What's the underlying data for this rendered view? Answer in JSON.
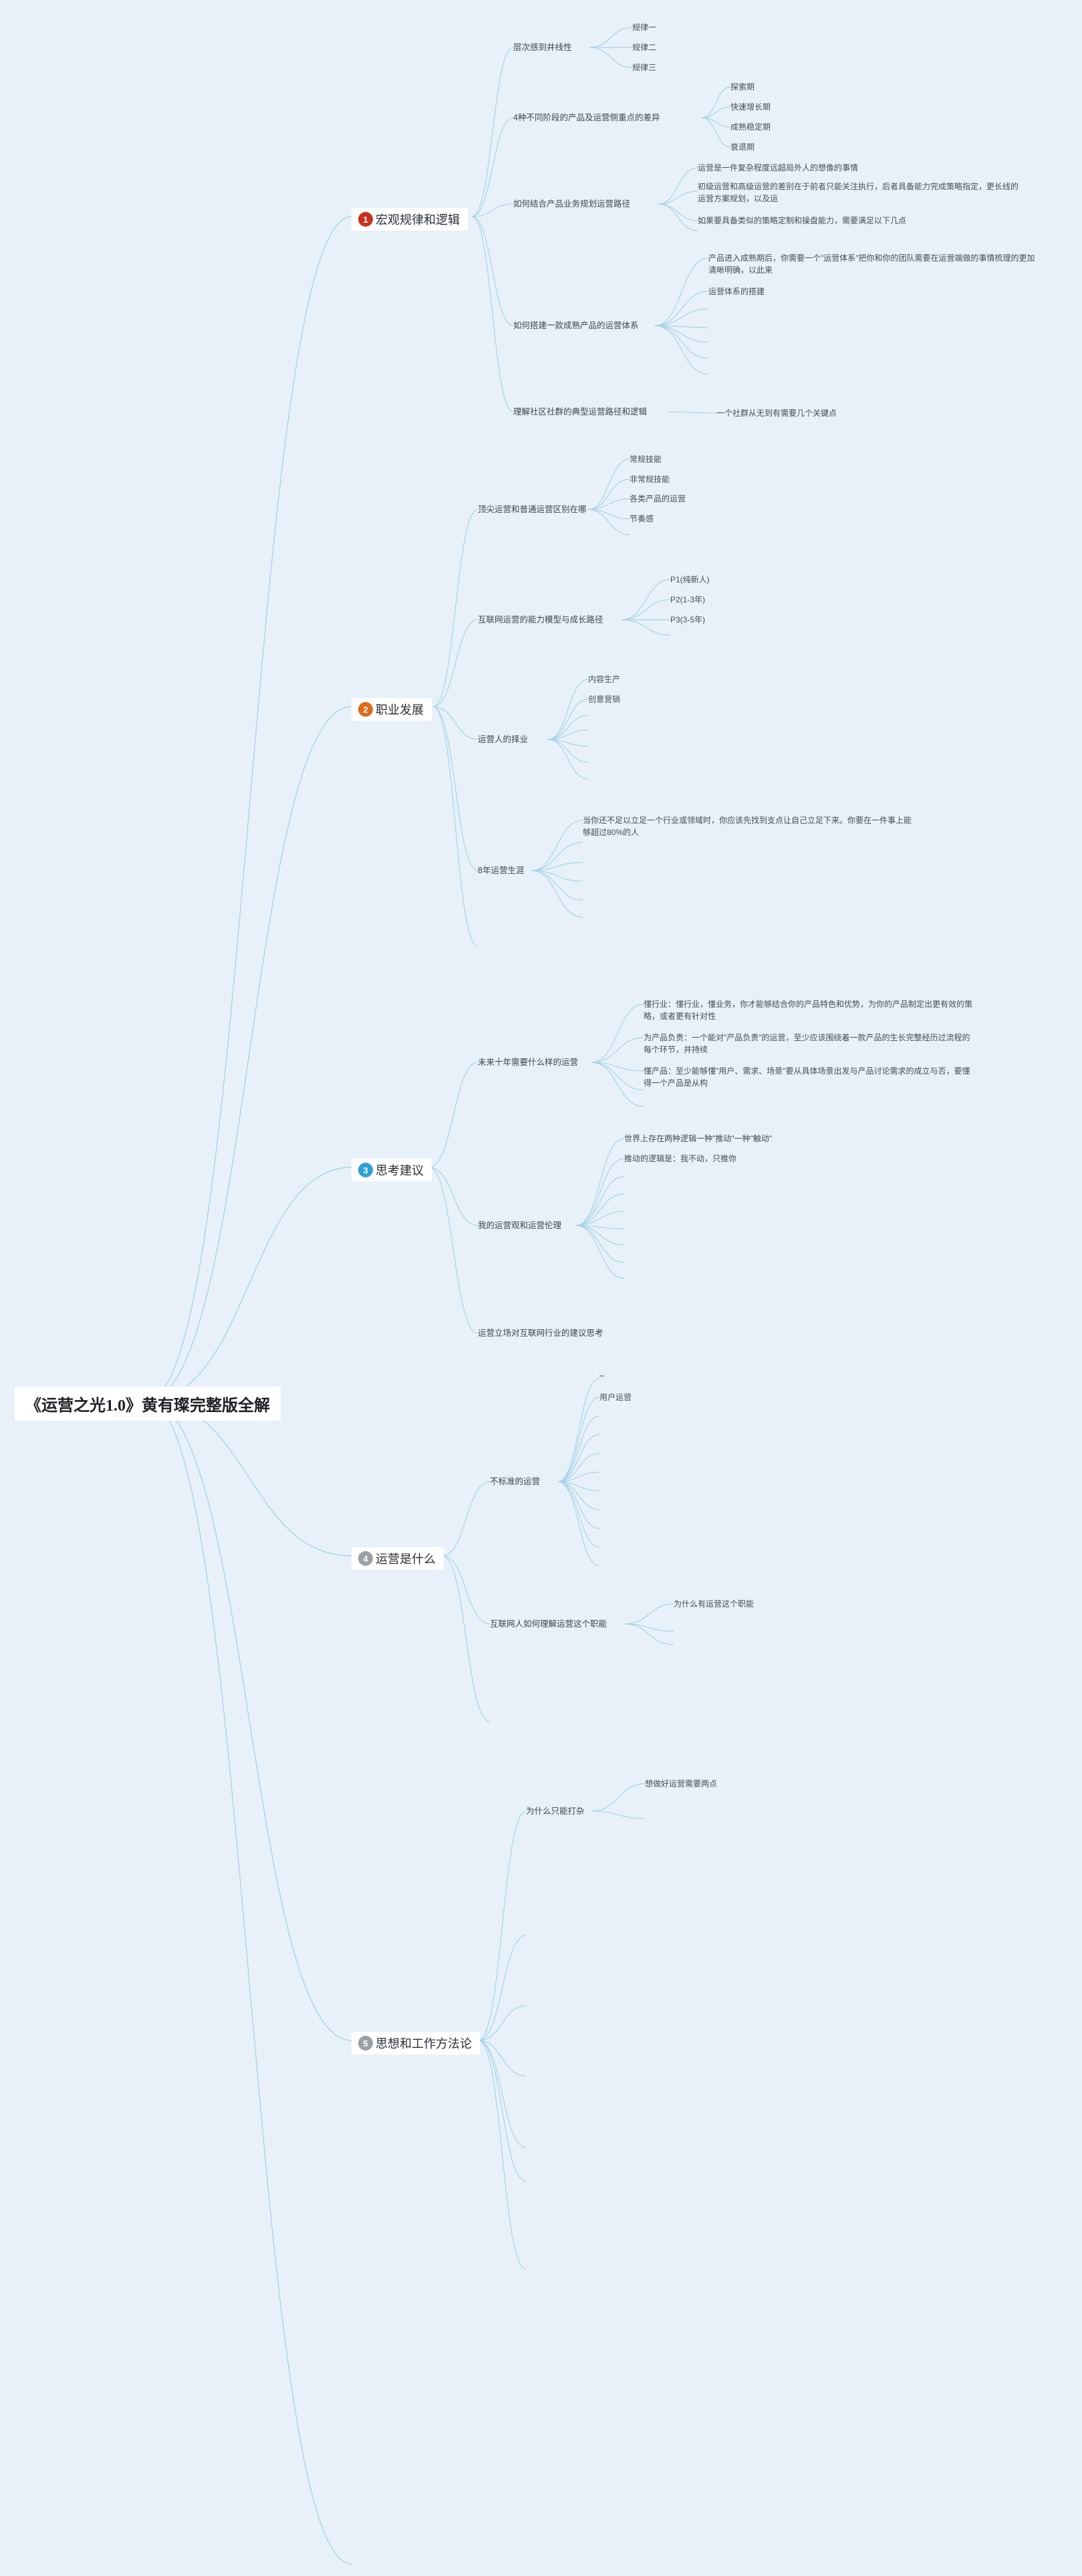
{
  "root": "《运营之光1.0》黄有璨完整版全解",
  "colors": {
    "background": "#e8f1f9",
    "branch_line": "#a8d3e8",
    "badge_1": "#c9321f",
    "badge_2": "#e06a1b",
    "badge_3": "#2e9fd6",
    "badge_4": "#9aa0a6",
    "badge_5": "#9aa0a6"
  },
  "branches": [
    {
      "badge": "1",
      "label": "宏观规律和逻辑",
      "children": [
        {
          "label": "层次感到井线性",
          "children": [
            "规律一",
            "规律二",
            "规律三"
          ]
        },
        {
          "label": "4种不同阶段的产品及运营侧重点的差异",
          "children": [
            "探索期",
            "快速增长期",
            "成熟稳定期",
            "衰退期"
          ]
        },
        {
          "label": "如何结合产品业务规划运营路径",
          "children": [
            "运营是一件复杂程度远超局外人的想像的事情",
            "初级运营和高级运营的差别在于前者只能关注执行，后者具备能力完成策略指定，更长线的运营方案规划，以及运",
            "如果要具备类似的策略定制和操盘能力，需要满足以下几点"
          ]
        },
        {
          "label": "如何搭建一款成熟产品的运营体系",
          "children": [
            "产品进入成熟期后，你需要一个\"运营体系\"把你和你的团队需要在运营端做的事情梳理的更加清晰明确，以此来",
            "运营体系的搭建"
          ]
        },
        {
          "label": "理解社区社群的典型运营路径和逻辑",
          "children": [
            "一个社群从无到有需要几个关键点"
          ]
        }
      ]
    },
    {
      "badge": "2",
      "label": "职业发展",
      "children": [
        {
          "label": "顶尖运营和普通运营区别在哪",
          "children": [
            "常规技能",
            "非常规技能",
            "各类产品的运营",
            "节奏感"
          ]
        },
        {
          "label": "互联网运营的能力模型与成长路径",
          "children": [
            "P1(纯新人)",
            "P2(1-3年)",
            "P3(3-5年)"
          ]
        },
        {
          "label": "运营人的择业",
          "children": [
            "内容生产",
            "创意营销"
          ]
        },
        {
          "label": "8年运营生涯",
          "children": [
            "当你还不足以立足一个行业或领域时，你应该先找到支点让自己立足下来。你要在一件事上能够超过80%的人"
          ]
        }
      ]
    },
    {
      "badge": "3",
      "label": "思考建议",
      "children": [
        {
          "label": "未来十年需要什么样的运营",
          "children": [
            "懂行业：懂行业，懂业务，你才能够结合你的产品特色和优势，为你的产品制定出更有效的策略，或者更有针对性",
            "为产品负责：一个能对\"产品负责\"的运营，至少应该围绕着一款产品的生长完整经历过流程的每个环节，并持续",
            "懂产品：至少能够懂\"用户、需求、场景\"要从具体场景出发与产品讨论需求的成立与否，要懂得一个产品是从构"
          ]
        },
        {
          "label": "我的运营观和运营伦理",
          "children": [
            "世界上存在两种逻辑一种\"推动\"一种\"触动\"",
            "推动的逻辑是：我不动，只推你"
          ]
        },
        {
          "label": "运营立场对互联网行业的建议思考",
          "children": []
        }
      ]
    },
    {
      "badge": "4",
      "label": "运营是什么",
      "children": [
        {
          "label": "不标准的运营",
          "children": [
            "\"\"",
            "用户运营"
          ]
        },
        {
          "label": "互联网人如何理解运营这个职能",
          "children": [
            "为什么有运营这个职能"
          ]
        }
      ]
    },
    {
      "badge": "5",
      "label": "思想和工作方法论",
      "children": [
        {
          "label": "为什么只能打杂",
          "children": [
            "想做好运营需要两点"
          ]
        }
      ]
    }
  ]
}
